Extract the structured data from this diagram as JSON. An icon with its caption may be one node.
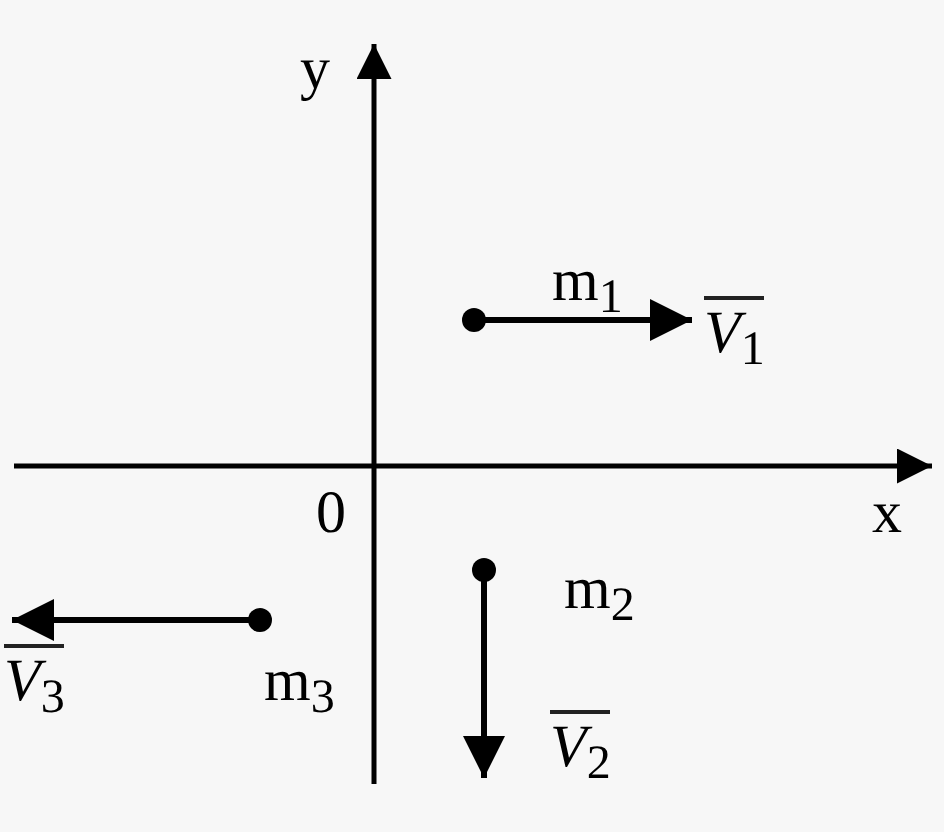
{
  "diagram": {
    "labels": [
      "y",
      "0",
      "x",
      "m$_{1}$",
      "*V*$_{1}$",
      "m$_{2}$",
      "*V*$_{2}$",
      "m$_{3}$",
      "*V*$_{3}$"
    ]
  }
}
